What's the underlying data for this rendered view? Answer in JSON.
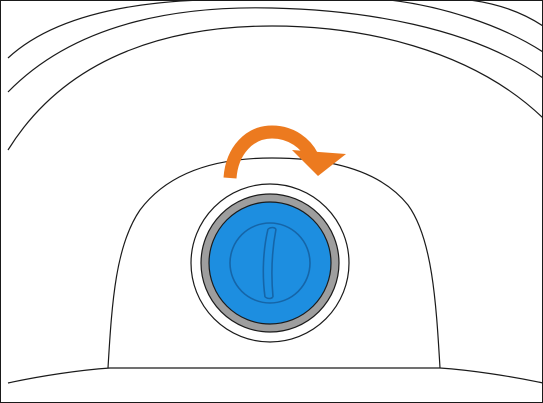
{
  "illustration": {
    "elements": [
      "outer-housing-arcs",
      "inner-dome-panel",
      "rotation-arrow",
      "cap-gray-rim",
      "cap-blue-body",
      "cap-slot"
    ]
  },
  "rotation_arrow": {
    "icon": "curved-arrow-clockwise-icon",
    "direction": "clockwise"
  },
  "cap": {
    "icon": "slotted-cap-icon"
  },
  "colors": {
    "background": "#ffffff",
    "line": "#1a1a1a",
    "arrow": "#ec7a1f",
    "cap_blue": "#1d8ee0",
    "cap_blue_dark": "#1565a8",
    "cap_rim": "#9e9e9e"
  }
}
